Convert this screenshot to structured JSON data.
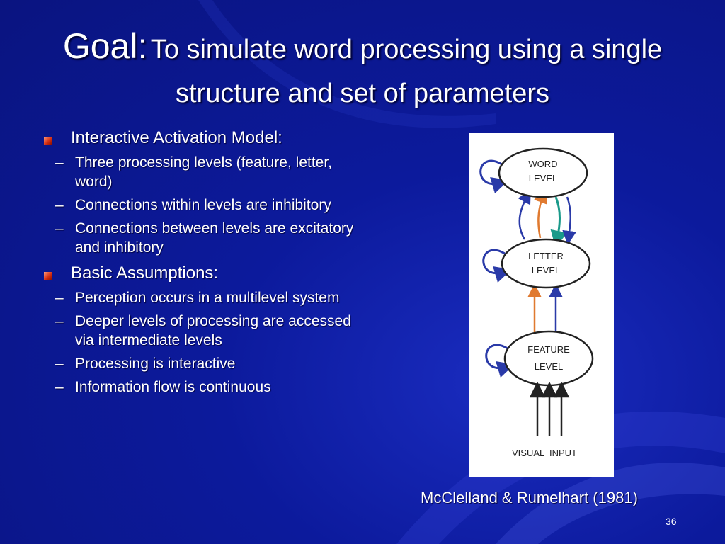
{
  "title": {
    "big": "Goal:",
    "rest": "To simulate word processing using a single structure and set of parameters"
  },
  "bullets": [
    {
      "label": "Interactive Activation Model:",
      "subs": [
        "Three processing levels (feature, letter, word)",
        "Connections within levels are inhibitory",
        "Connections between levels are excitatory and inhibitory"
      ]
    },
    {
      "label": "Basic Assumptions:",
      "subs": [
        "Perception occurs in a multilevel system",
        "Deeper levels of processing are accessed via intermediate levels",
        "Processing is interactive",
        "Information flow is continuous"
      ]
    }
  ],
  "dash": "–",
  "figure": {
    "word_level": [
      "WORD",
      "LEVEL"
    ],
    "letter_level": [
      "LETTER",
      "LEVEL"
    ],
    "feature_level": [
      "FEATURE",
      "LEVEL"
    ],
    "input_label": "VISUAL  INPUT"
  },
  "caption": "McClelland & Rumelhart (1981)",
  "page_number": "36",
  "colors": {
    "background": "#0c1a9c",
    "bullet": "#d42c10",
    "inhibitory_arrow": "#2a3aa8",
    "excitatory_arrow": "#e07a30",
    "teal_arrow": "#1a9a8a"
  }
}
